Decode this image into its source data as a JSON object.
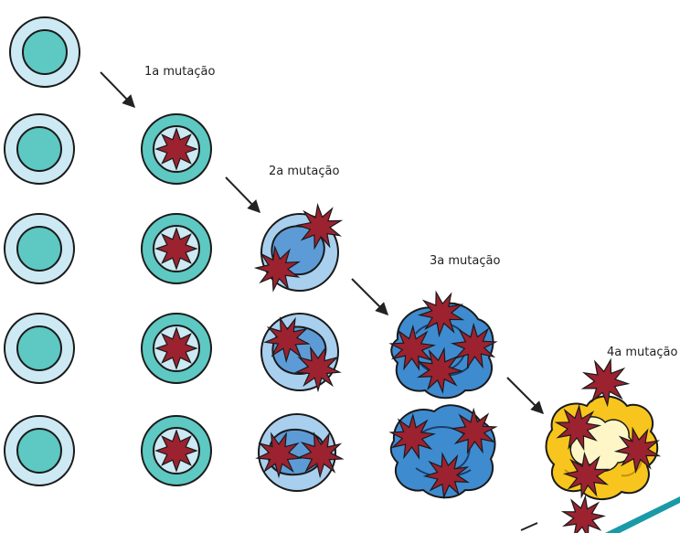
{
  "labels": {
    "m1": "1a mutação",
    "m2": "2a mutação",
    "m3": "3a mutação",
    "m4": "4a mutação"
  },
  "colors": {
    "normal_outer": "#cde9f3",
    "normal_inner": "#5ec8c2",
    "mut1_outer": "#5ec8c2",
    "mut1_inner": "#cde9f3",
    "mut2_outer": "#a9cfee",
    "mut2_inner": "#5d9bd6",
    "mut3_body": "#3f8bd0",
    "mut3_dark": "#2b6fb3",
    "mut4_body": "#f7c51d",
    "mut4_light": "#fff6c7",
    "star": "#9c2230",
    "outline": "#1a1a1a",
    "teal_stripe": "#1a9aa7"
  }
}
